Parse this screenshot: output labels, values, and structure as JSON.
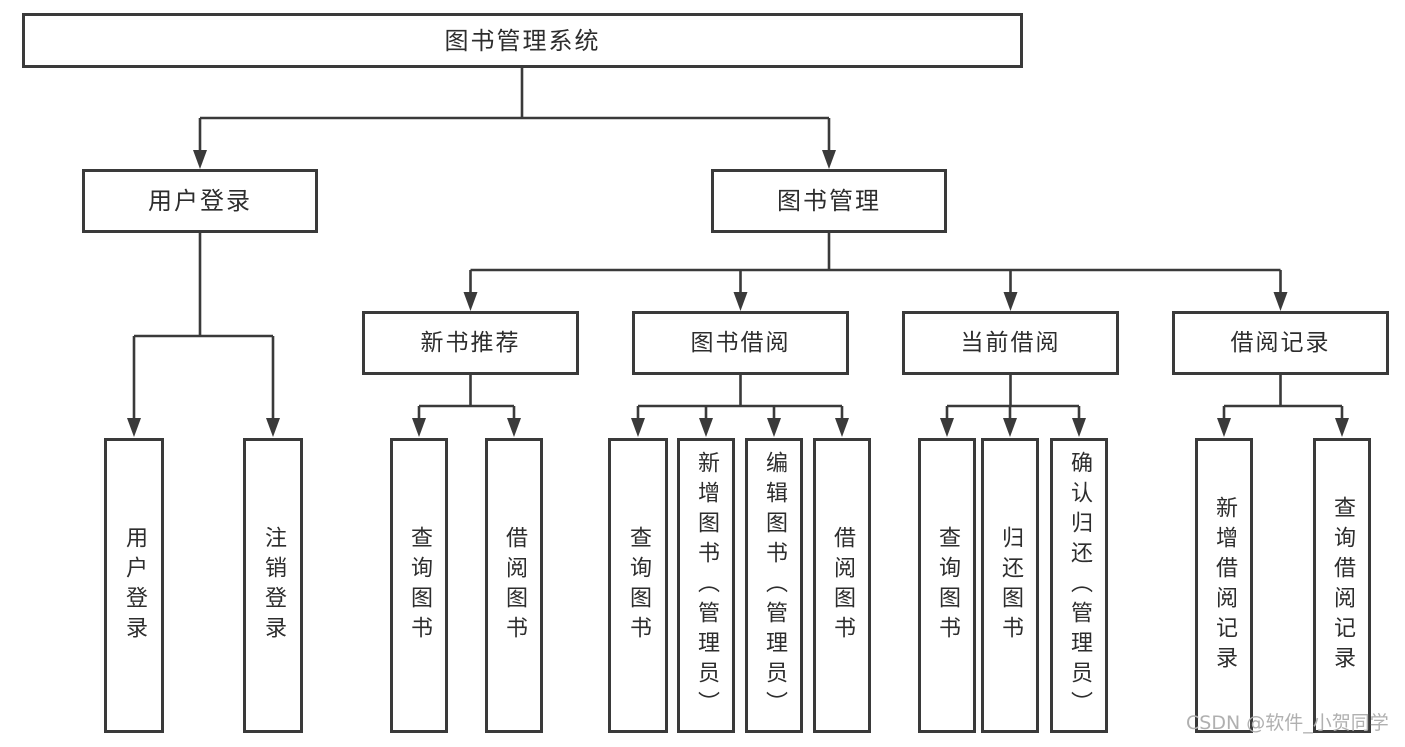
{
  "diagram": {
    "root": {
      "label": "图书管理系统"
    },
    "level2": [
      {
        "label": "用户登录"
      },
      {
        "label": "图书管理"
      }
    ],
    "modules": [
      {
        "label": "新书推荐"
      },
      {
        "label": "图书借阅"
      },
      {
        "label": "当前借阅"
      },
      {
        "label": "借阅记录"
      }
    ],
    "leaves": [
      {
        "label": "用户登录"
      },
      {
        "label": "注销登录"
      },
      {
        "label": "查询图书"
      },
      {
        "label": "借阅图书"
      },
      {
        "label": "查询图书"
      },
      {
        "label": "新增图书（管理员）"
      },
      {
        "label": "编辑图书（管理员）"
      },
      {
        "label": "借阅图书"
      },
      {
        "label": "查询图书"
      },
      {
        "label": "归还图书"
      },
      {
        "label": "确认归还（管理员）"
      },
      {
        "label": "新增借阅记录"
      },
      {
        "label": "查询借阅记录"
      }
    ]
  },
  "watermark": {
    "text": "CSDN @软件_小贺同学"
  },
  "colors": {
    "line": "#3a3a3a",
    "text": "#2d2d2d",
    "watermark": "#b0b0b0",
    "canvas": "#ffffff"
  }
}
